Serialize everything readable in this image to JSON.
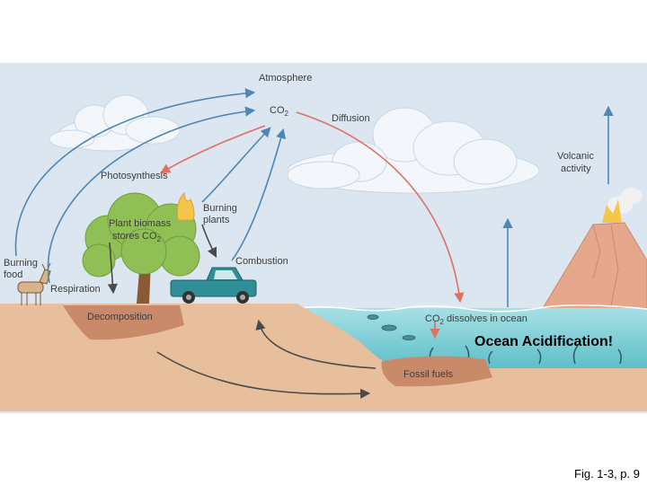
{
  "diagram": {
    "labels": {
      "atmosphere": "Atmosphere",
      "co2": "CO",
      "co2_sub": "2",
      "diffusion": "Diffusion",
      "volcanic_line1": "Volcanic",
      "volcanic_line2": "activity",
      "photosynthesis": "Photosynthesis",
      "burning_plants_line1": "Burning",
      "burning_plants_line2": "plants",
      "plant_biomass_line1": "Plant biomass",
      "plant_biomass_line2": "stores CO",
      "plant_biomass_sub": "2",
      "burning_food_line1": "Burning",
      "burning_food_line2": "food",
      "respiration": "Respiration",
      "combustion": "Combustion",
      "decomposition": "Decomposition",
      "co2_dissolves_prefix": "CO",
      "co2_dissolves_sub": "2",
      "co2_dissolves_suffix": " dissolves in ocean",
      "fossil_fuels": "Fossil fuels"
    },
    "colors": {
      "sky": "#dbe6f0",
      "ground": "#e8bf9c",
      "ocean": "#7fd0d8",
      "deposit": "#c98a6a",
      "blue_arrow": "#4f86b5",
      "red_arrow": "#e07060",
      "dark_arrow": "#4a4a4a"
    }
  },
  "callout": "Ocean Acidification!",
  "figure_ref": "Fig. 1-3, p. 9"
}
